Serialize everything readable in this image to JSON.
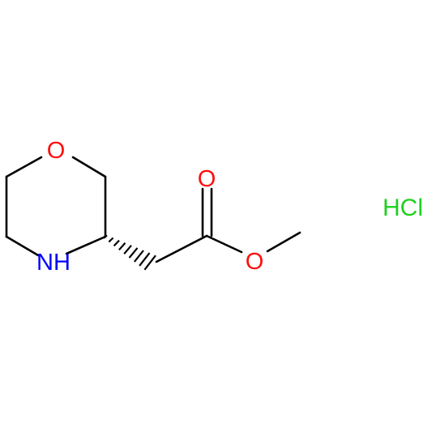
{
  "molecule": {
    "atoms": {
      "ring_oxygen": "O",
      "ring_nitrogen": "NH",
      "carbonyl_oxygen": "O",
      "ester_oxygen": "O"
    },
    "salt": "HCl",
    "colors": {
      "bond": "#000000",
      "oxygen": "#ff0d0d",
      "nitrogen": "#0000ff",
      "chlorine": "#1fd01f"
    }
  }
}
